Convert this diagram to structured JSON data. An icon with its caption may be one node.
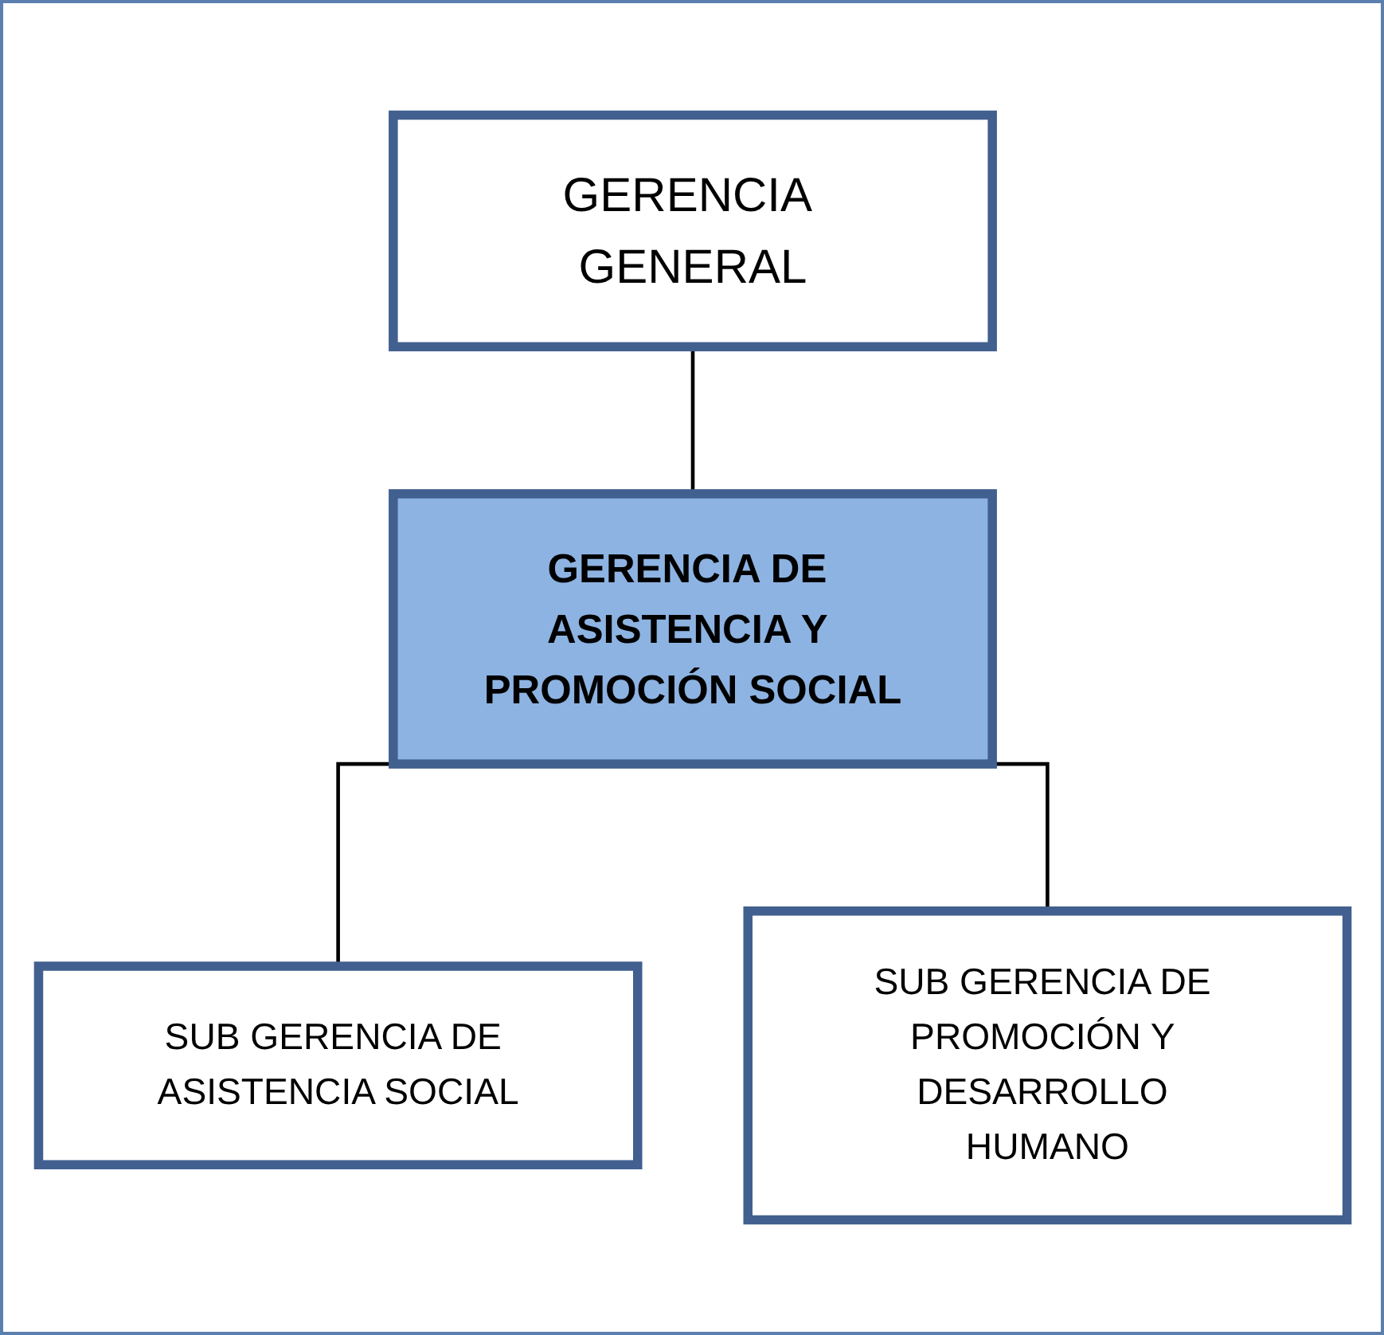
{
  "diagram": {
    "nodes": [
      {
        "text": [
          "GERENCIA GENERAL"
        ]
      },
      {
        "text": [
          "GERENCIA DE ASISTENCIA Y PROMOCIÓN SOCIAL"
        ]
      },
      {
        "text": [
          "SUB GERENCIA DE ASISTENCIA SOCIAL"
        ]
      },
      {
        "text": [
          "SUB GERENCIA DE PROMOCIÓN Y DESARROLLO HUMANO"
        ]
      }
    ],
    "edges": [
      {
        "from": 0,
        "to": 1,
        "arrow": "none"
      },
      {
        "from": 1,
        "to": 2,
        "arrow": "none"
      },
      {
        "from": 1,
        "to": 3,
        "arrow": "none"
      }
    ]
  }
}
